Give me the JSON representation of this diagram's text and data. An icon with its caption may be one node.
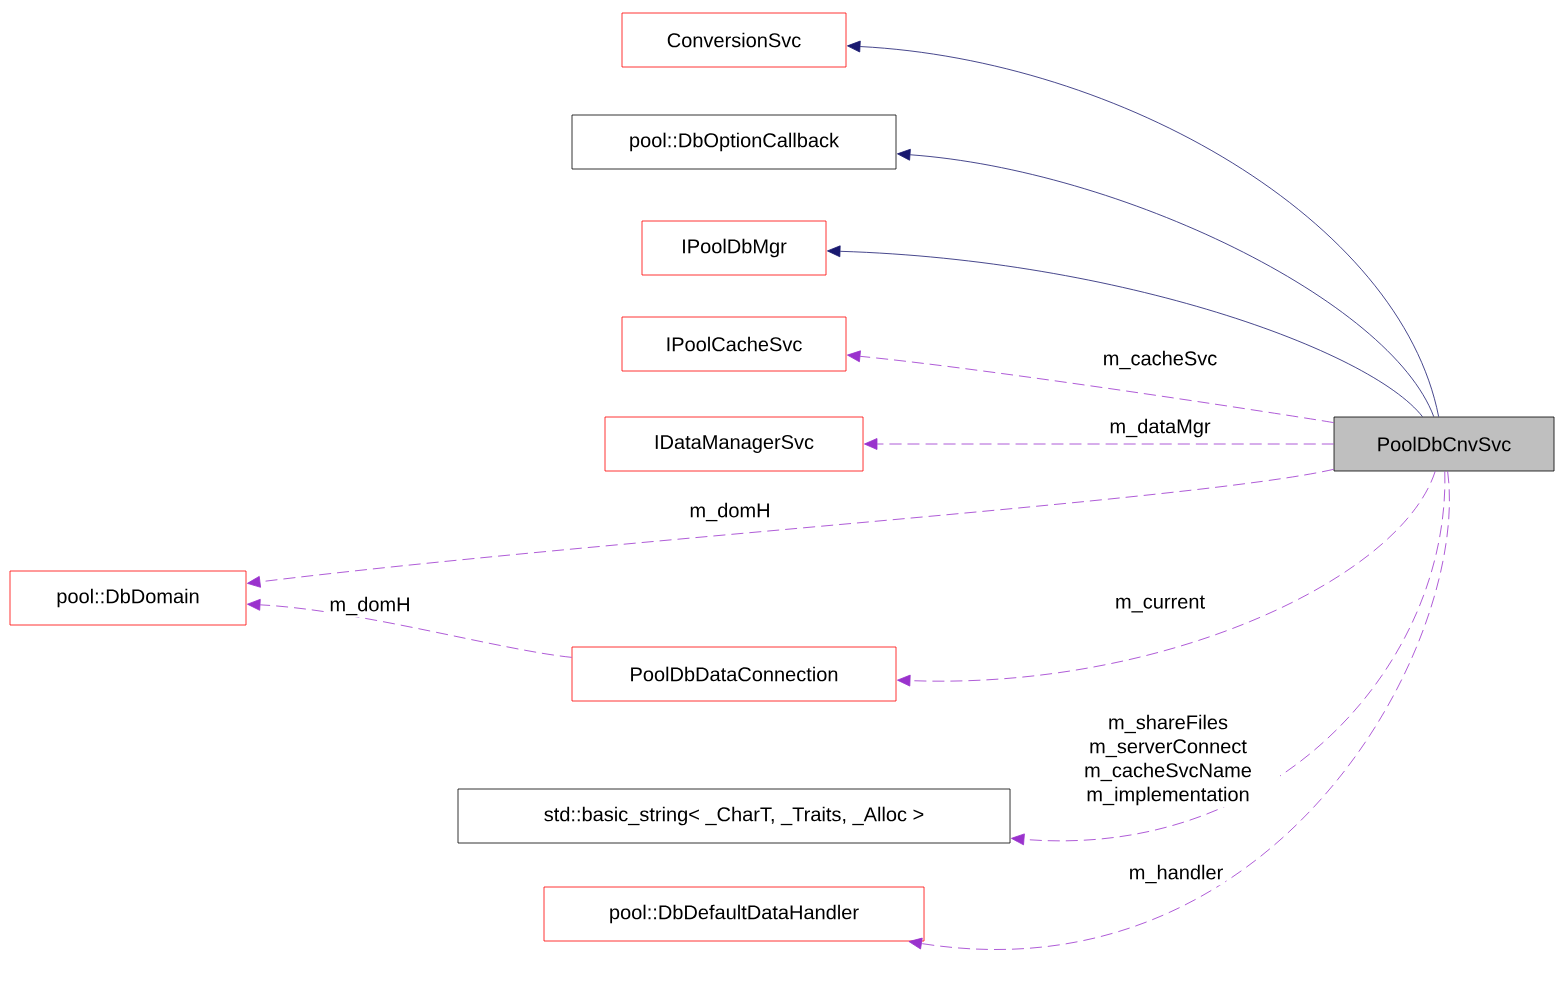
{
  "diagram": {
    "nodes": [
      {
        "text": [
          "ConversionSvc"
        ]
      },
      {
        "text": [
          "pool::DbOptionCallback"
        ]
      },
      {
        "text": [
          "IPoolDbMgr"
        ]
      },
      {
        "text": [
          "IPoolCacheSvc"
        ]
      },
      {
        "text": [
          "IDataManagerSvc"
        ]
      },
      {
        "text": [
          "PoolDbCnvSvc"
        ]
      },
      {
        "text": [
          "pool::DbDomain"
        ]
      },
      {
        "text": [
          "PoolDbDataConnection"
        ]
      },
      {
        "text": [
          "std::basic_string< _CharT, _Traits, _Alloc >"
        ]
      },
      {
        "text": [
          "pool::DbDefaultDataHandler"
        ]
      }
    ],
    "edges": [
      {
        "from": 5,
        "to": 0,
        "arrow": "to",
        "color": "#191970"
      },
      {
        "from": 5,
        "to": 1,
        "arrow": "to",
        "color": "#191970"
      },
      {
        "from": 5,
        "to": 2,
        "arrow": "to",
        "color": "#191970"
      },
      {
        "from": 5,
        "to": 3,
        "arrow": "to",
        "style": "dashed",
        "label": "m_cacheSvc"
      },
      {
        "from": 5,
        "to": 4,
        "arrow": "to",
        "style": "dashed",
        "label": "m_dataMgr"
      },
      {
        "from": 5,
        "to": 6,
        "arrow": "to",
        "style": "dashed",
        "label": "m_domH"
      },
      {
        "from": 7,
        "to": 6,
        "arrow": "to",
        "style": "dashed",
        "label": "m_domH"
      },
      {
        "from": 5,
        "to": 7,
        "arrow": "to",
        "style": "dashed",
        "label": "m_current"
      },
      {
        "from": 5,
        "to": 8,
        "arrow": "to",
        "style": "dashed",
        "label": "m_shareFiles m_serverConnect m_cacheSvcName m_implementation"
      },
      {
        "from": 5,
        "to": 9,
        "arrow": "to",
        "style": "dashed",
        "label": "m_handler"
      }
    ]
  }
}
